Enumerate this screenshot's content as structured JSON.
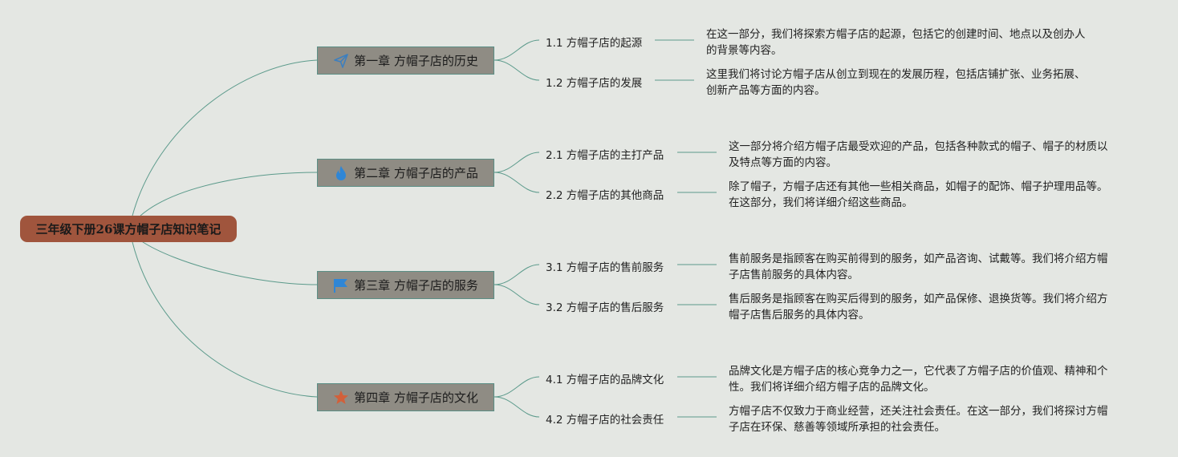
{
  "root": {
    "title": "三年级下册26课方帽子店知识笔记"
  },
  "chapters": [
    {
      "title": "第一章 方帽子店的历史",
      "icon": "paper-plane-icon",
      "icon_color": "#3d7fbf",
      "subs": [
        {
          "title": "1.1 方帽子店的起源",
          "desc": [
            "在这一部分，我们将探索方帽子店的起源，包括它的创建时间、地点以及创办人",
            "的背景等内容。"
          ]
        },
        {
          "title": "1.2 方帽子店的发展",
          "desc": [
            "这里我们将讨论方帽子店从创立到现在的发展历程，包括店铺扩张、业务拓展、",
            "创新产品等方面的内容。"
          ]
        }
      ]
    },
    {
      "title": "第二章 方帽子店的产品",
      "icon": "flame-icon",
      "icon_color": "#2f86d6",
      "subs": [
        {
          "title": "2.1 方帽子店的主打产品",
          "desc": [
            "这一部分将介绍方帽子店最受欢迎的产品，包括各种款式的帽子、帽子的材质以",
            "及特点等方面的内容。"
          ]
        },
        {
          "title": "2.2 方帽子店的其他商品",
          "desc": [
            "除了帽子，方帽子店还有其他一些相关商品，如帽子的配饰、帽子护理用品等。",
            "在这部分，我们将详细介绍这些商品。"
          ]
        }
      ]
    },
    {
      "title": "第三章 方帽子店的服务",
      "icon": "flag-icon",
      "icon_color": "#2f86d6",
      "subs": [
        {
          "title": "3.1 方帽子店的售前服务",
          "desc": [
            "售前服务是指顾客在购买前得到的服务，如产品咨询、试戴等。我们将介绍方帽",
            "子店售前服务的具体内容。"
          ]
        },
        {
          "title": "3.2 方帽子店的售后服务",
          "desc": [
            "售后服务是指顾客在购买后得到的服务，如产品保修、退换货等。我们将介绍方",
            "帽子店售后服务的具体内容。"
          ]
        }
      ]
    },
    {
      "title": "第四章 方帽子店的文化",
      "icon": "star-icon",
      "icon_color": "#d2603a",
      "subs": [
        {
          "title": "4.1 方帽子店的品牌文化",
          "desc": [
            "品牌文化是方帽子店的核心竞争力之一，它代表了方帽子店的价值观、精神和个",
            "性。我们将详细介绍方帽子店的品牌文化。"
          ]
        },
        {
          "title": "4.2 方帽子店的社会责任",
          "desc": [
            "方帽子店不仅致力于商业经营，还关注社会责任。在这一部分，我们将探讨方帽",
            "子店在环保、慈善等领域所承担的社会责任。"
          ]
        }
      ]
    }
  ],
  "colors": {
    "background": "#e4e7e3",
    "root": "#a0553d",
    "chapter": "#8f8c84",
    "connector": "#5b9a8b"
  }
}
